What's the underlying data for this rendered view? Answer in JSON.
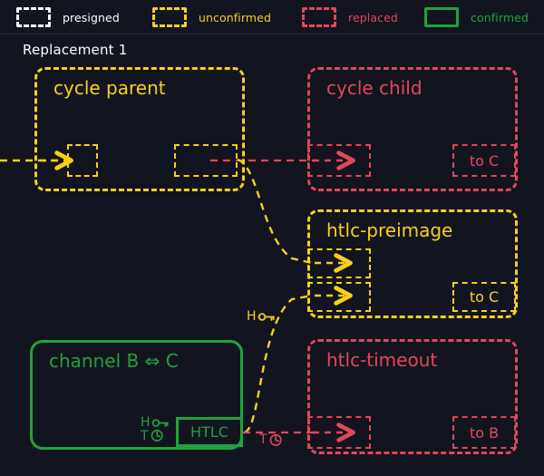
{
  "legend": {
    "items": [
      {
        "label": "presigned",
        "color": "#ffffff",
        "style": "dashed",
        "name": "legend-presigned"
      },
      {
        "label": "unconfirmed",
        "color": "#f7d117",
        "style": "dashed",
        "name": "legend-unconfirmed"
      },
      {
        "label": "replaced",
        "color": "#e2485a",
        "style": "dashed",
        "name": "legend-replaced"
      },
      {
        "label": "confirmed",
        "color": "#1fa33c",
        "style": "solid",
        "name": "legend-confirmed"
      }
    ]
  },
  "diagram": {
    "title": "Replacement 1",
    "background": "#12141f",
    "nodes": {
      "cycle_parent": {
        "title": "cycle parent",
        "state": "unconfirmed",
        "color": "#f7d117"
      },
      "cycle_child": {
        "title": "cycle child",
        "state": "replaced",
        "color": "#e2485a"
      },
      "htlc_preimage": {
        "title": "htlc-preimage",
        "state": "unconfirmed",
        "color": "#f7d117"
      },
      "htlc_timeout": {
        "title": "htlc-timeout",
        "state": "replaced",
        "color": "#e2485a"
      },
      "channel_bc": {
        "title": "channel B ⇔ C",
        "state": "confirmed",
        "color": "#1fa33c"
      }
    },
    "cells": {
      "cycle_parent_in": {
        "label": ""
      },
      "cycle_parent_out": {
        "label": ""
      },
      "cycle_child_in": {
        "label": ""
      },
      "cycle_child_out": {
        "label": "to C"
      },
      "htlc_preimage_in_1": {
        "label": ""
      },
      "htlc_preimage_in_2": {
        "label": ""
      },
      "htlc_preimage_out": {
        "label": "to C"
      },
      "htlc_timeout_in": {
        "label": ""
      },
      "htlc_timeout_out": {
        "label": "to B"
      },
      "channel_htlc_output": {
        "label": "HTLC"
      }
    },
    "conditions": {
      "channel_htlc": {
        "hash": "H",
        "time": "T",
        "hash_icon": "key-icon",
        "time_icon": "clock-icon",
        "color": "#1fa33c"
      },
      "preimage_spend": {
        "hash": "H",
        "hash_icon": "key-icon",
        "color": "#f7d117"
      },
      "timeout_spend": {
        "time": "T",
        "time_icon": "clock-icon",
        "color": "#e2485a"
      }
    }
  }
}
